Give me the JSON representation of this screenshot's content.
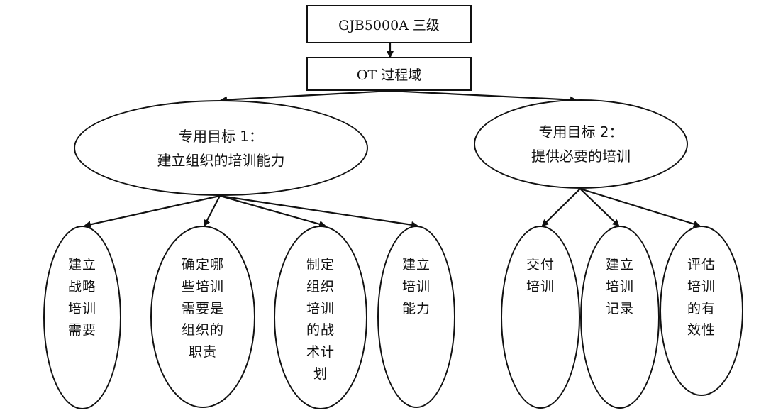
{
  "root": {
    "label": "GJB5000A 三级"
  },
  "process": {
    "label": "OT 过程域"
  },
  "goals": [
    {
      "line1": "专用目标 1：",
      "line2": "建立组织的培训能力",
      "practices": [
        {
          "lines": [
            "建立",
            "战略",
            "培训",
            "需要"
          ]
        },
        {
          "lines": [
            "确定哪",
            "些培训",
            "需要是",
            "组织的",
            "职责"
          ]
        },
        {
          "lines": [
            "制定",
            "组织",
            "培训",
            "的战",
            "术计",
            "划"
          ]
        },
        {
          "lines": [
            "建立",
            "培训",
            "能力"
          ]
        }
      ]
    },
    {
      "line1": "专用目标 2：",
      "line2": "提供必要的培训",
      "practices": [
        {
          "lines": [
            "交付",
            "培训"
          ]
        },
        {
          "lines": [
            "建立",
            "培训",
            "记录"
          ]
        },
        {
          "lines": [
            "评估",
            "培训",
            "的有",
            "效性"
          ]
        }
      ]
    }
  ],
  "colors": {
    "stroke": "#111111",
    "background": "#ffffff"
  }
}
